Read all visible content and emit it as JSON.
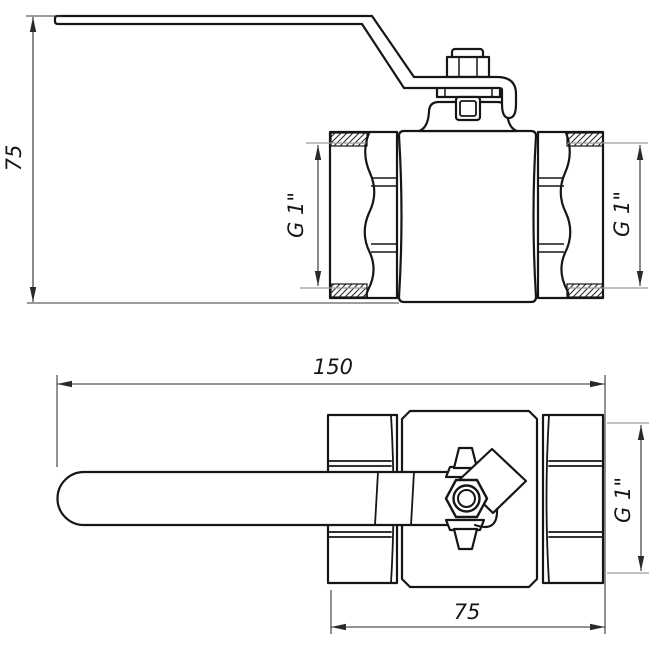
{
  "drawing": {
    "title": "Ball valve technical drawing, two orthographic views",
    "front_view": {
      "name": "front elevation, handle raised",
      "height": "75",
      "thread_left": "G 1\"",
      "thread_right": "G 1\""
    },
    "plan_view": {
      "name": "plan view, handle horizontal",
      "length": "150",
      "width": "75",
      "thread_right": "G 1\""
    }
  }
}
